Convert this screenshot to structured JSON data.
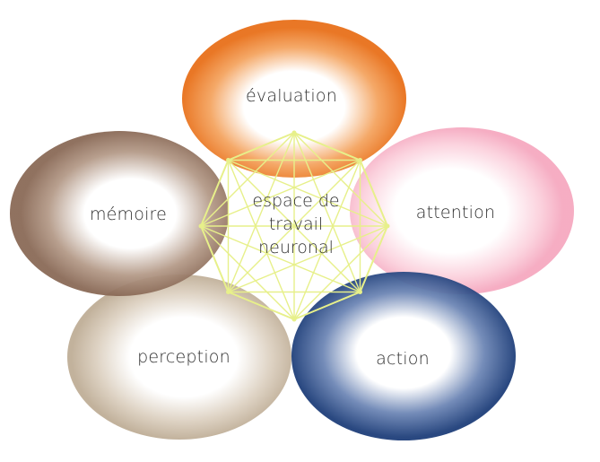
{
  "diagram": {
    "center": {
      "lines": [
        "espace de",
        "travail",
        "neuronal"
      ]
    },
    "nodes": [
      {
        "id": "evaluation",
        "label": "évaluation",
        "color": "#e8701a"
      },
      {
        "id": "attention",
        "label": "attention",
        "color": "#f5a9c0"
      },
      {
        "id": "action",
        "label": "action",
        "color": "#1f3f7a"
      },
      {
        "id": "perception",
        "label": "perception",
        "color": "#bfae97"
      },
      {
        "id": "memoire",
        "label": "mémoire",
        "color": "#8a6a57"
      }
    ],
    "network_color": "#e7f08a"
  }
}
